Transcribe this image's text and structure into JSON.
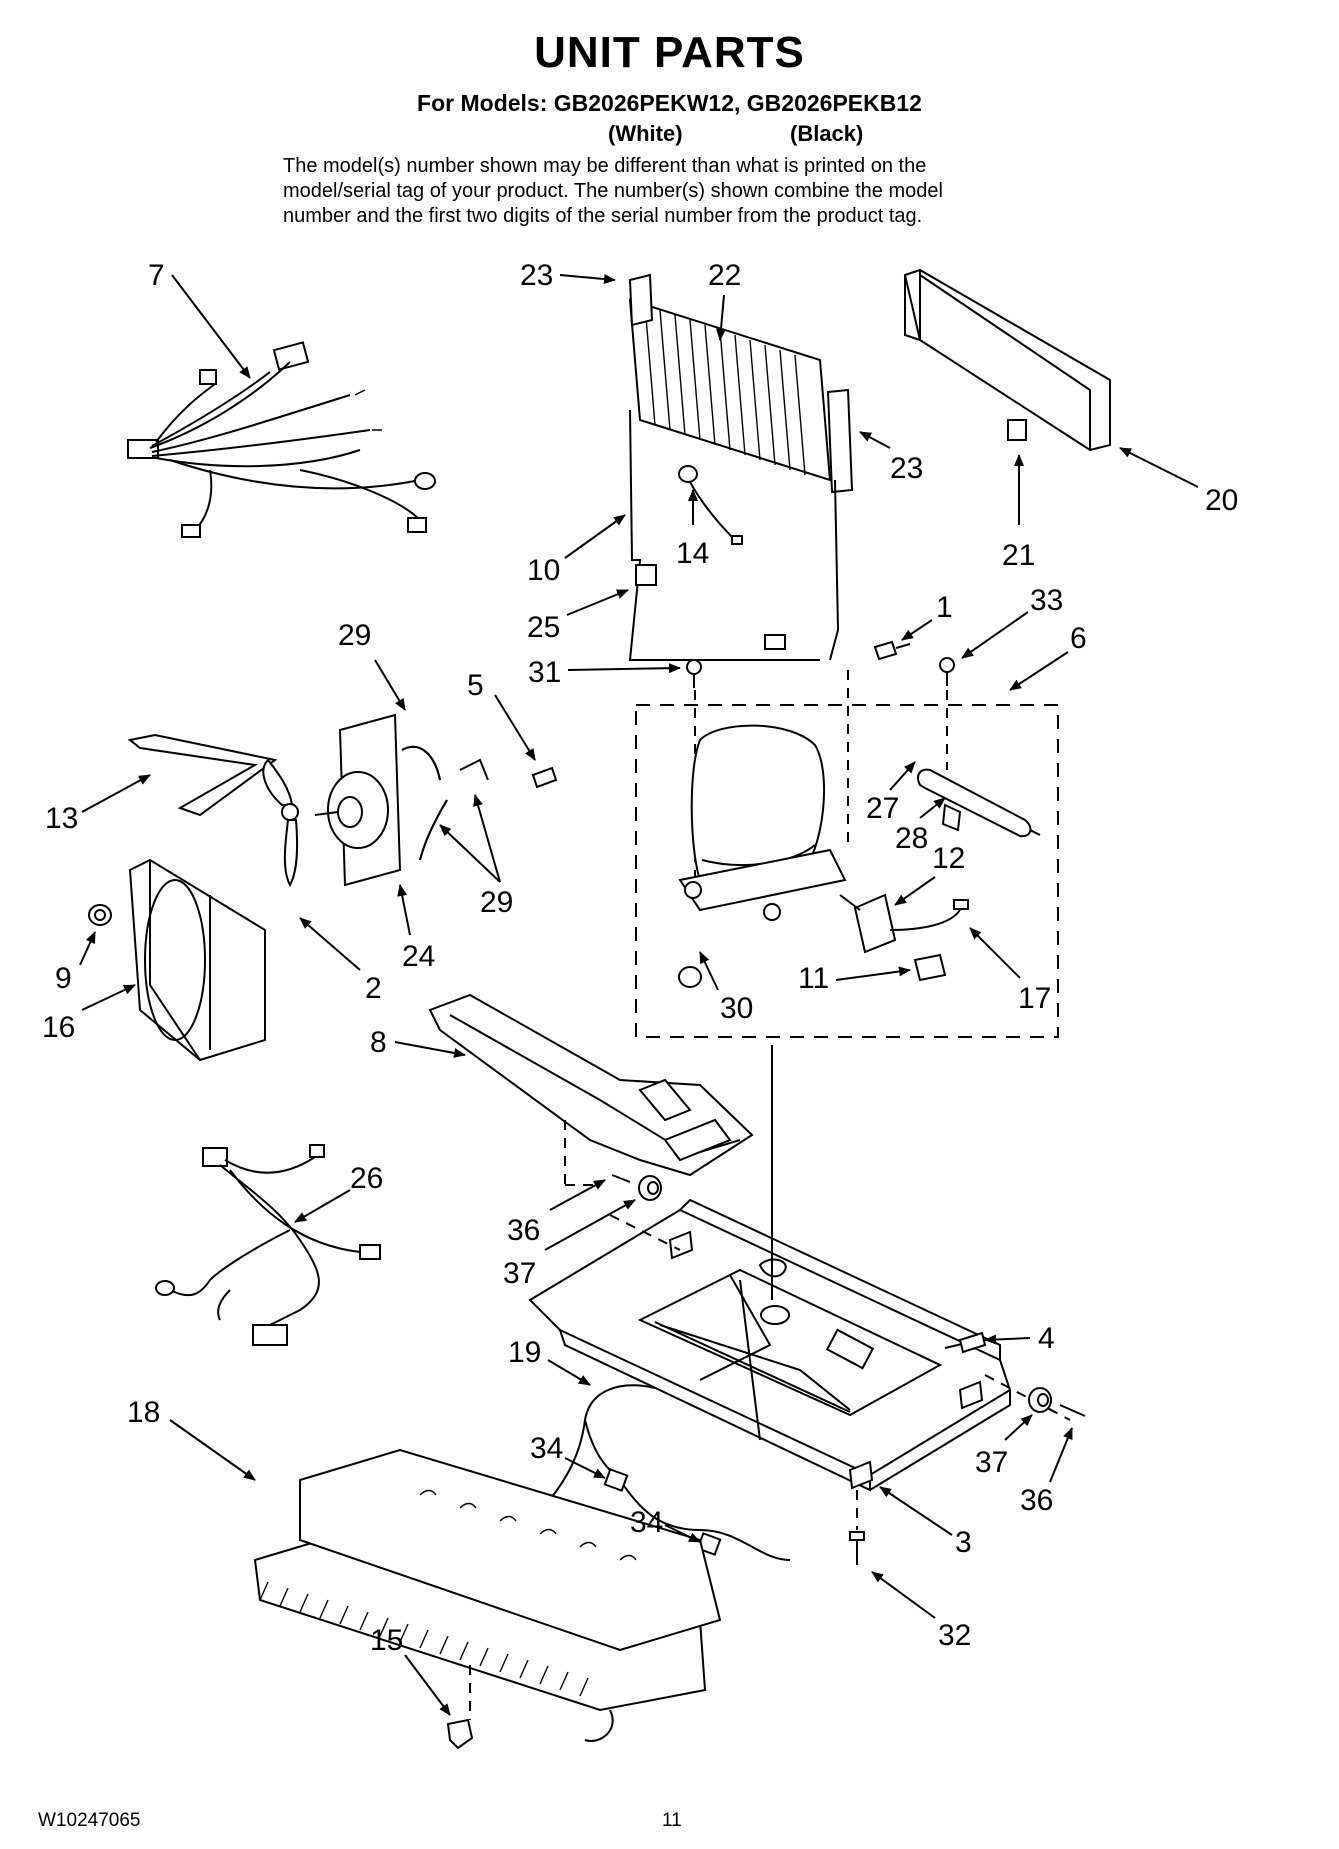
{
  "header": {
    "title": "UNIT PARTS",
    "subtitle": "For Models: GB2026PEKW12, GB2026PEKB12",
    "variant_white": "(White)",
    "variant_black": "(Black)",
    "note_lines": [
      "The model(s) number shown may be different than what is printed on the",
      "model/serial tag of your product. The number(s) shown combine the model",
      "number and the first two digits of the serial number from the product tag."
    ]
  },
  "callouts": [
    {
      "id": "c7",
      "label": "7"
    },
    {
      "id": "c23a",
      "label": "23"
    },
    {
      "id": "c22",
      "label": "22"
    },
    {
      "id": "c23b",
      "label": "23"
    },
    {
      "id": "c20",
      "label": "20"
    },
    {
      "id": "c21",
      "label": "21"
    },
    {
      "id": "c10",
      "label": "10"
    },
    {
      "id": "c14",
      "label": "14"
    },
    {
      "id": "c25",
      "label": "25"
    },
    {
      "id": "c1",
      "label": "1"
    },
    {
      "id": "c33",
      "label": "33"
    },
    {
      "id": "c6",
      "label": "6"
    },
    {
      "id": "c29a",
      "label": "29"
    },
    {
      "id": "c5",
      "label": "5"
    },
    {
      "id": "c31",
      "label": "31"
    },
    {
      "id": "c13",
      "label": "13"
    },
    {
      "id": "c27",
      "label": "27"
    },
    {
      "id": "c28",
      "label": "28"
    },
    {
      "id": "c12",
      "label": "12"
    },
    {
      "id": "c29b",
      "label": "29"
    },
    {
      "id": "c9",
      "label": "9"
    },
    {
      "id": "c24",
      "label": "24"
    },
    {
      "id": "c2",
      "label": "2"
    },
    {
      "id": "c16",
      "label": "16"
    },
    {
      "id": "c11",
      "label": "11"
    },
    {
      "id": "c30",
      "label": "30"
    },
    {
      "id": "c17",
      "label": "17"
    },
    {
      "id": "c8",
      "label": "8"
    },
    {
      "id": "c26",
      "label": "26"
    },
    {
      "id": "c36a",
      "label": "36"
    },
    {
      "id": "c37a",
      "label": "37"
    },
    {
      "id": "c4",
      "label": "4"
    },
    {
      "id": "c19",
      "label": "19"
    },
    {
      "id": "c18",
      "label": "18"
    },
    {
      "id": "c34a",
      "label": "34"
    },
    {
      "id": "c34b",
      "label": "34"
    },
    {
      "id": "c37b",
      "label": "37"
    },
    {
      "id": "c36b",
      "label": "36"
    },
    {
      "id": "c3",
      "label": "3"
    },
    {
      "id": "c32",
      "label": "32"
    },
    {
      "id": "c15",
      "label": "15"
    }
  ],
  "footer": {
    "doc_number": "W10247065",
    "page_number": "11"
  }
}
